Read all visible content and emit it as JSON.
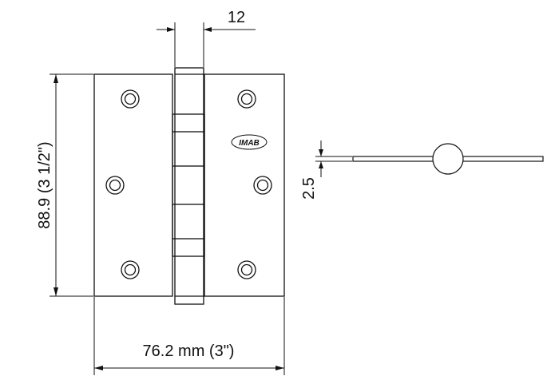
{
  "labels": {
    "knuckle_width": "12",
    "height": "88.9 (3 1/2\")",
    "width": "76.2 mm (3\")",
    "thickness": "2.5",
    "logo": "IMAB"
  },
  "colors": {
    "line": "#111111",
    "background": "#ffffff"
  }
}
